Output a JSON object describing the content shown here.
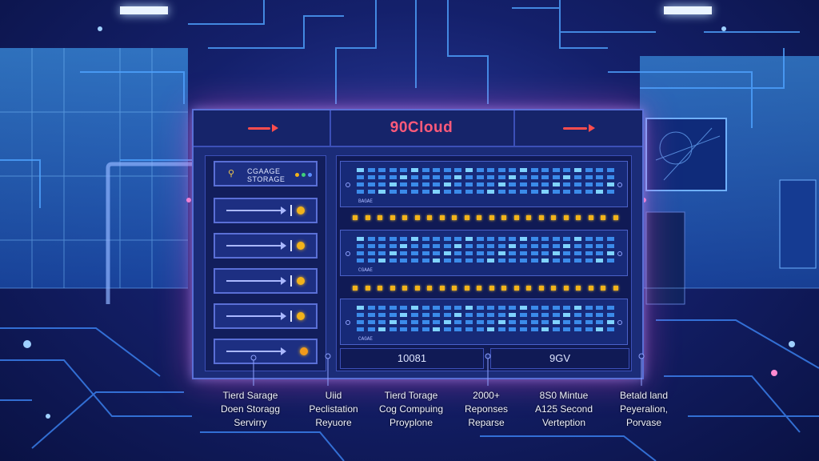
{
  "brand": {
    "name": "90Cloud"
  },
  "left_panel": {
    "label_line1": "CGAAGE",
    "label_line2": "STORAGE"
  },
  "rack": {
    "unit_labels": [
      "BAGAE",
      "CGAAE",
      "CAGAE"
    ],
    "bottom_left": "10081",
    "bottom_right": "9GV"
  },
  "captions": [
    {
      "lines": [
        "Tierd Sarage",
        "Doen Storagg",
        "Servirry"
      ]
    },
    {
      "lines": [
        "Uiid",
        "Peclistation",
        "Reyuore"
      ]
    },
    {
      "lines": [
        "Tierd Torage",
        "Cog Compuing",
        "Proyplone"
      ]
    },
    {
      "lines": [
        "2000+",
        "Reponses",
        "Reparse"
      ]
    },
    {
      "lines": [
        "8S0 Mintue",
        "A125 Second",
        "Verteption"
      ]
    },
    {
      "lines": [
        "Betald land",
        "Peyeralion,",
        "Porvase"
      ]
    }
  ],
  "colors": {
    "accent": "#ff5a7a",
    "led": "#f2b31b",
    "panel": "#1b2c78",
    "background": "#14206b"
  }
}
